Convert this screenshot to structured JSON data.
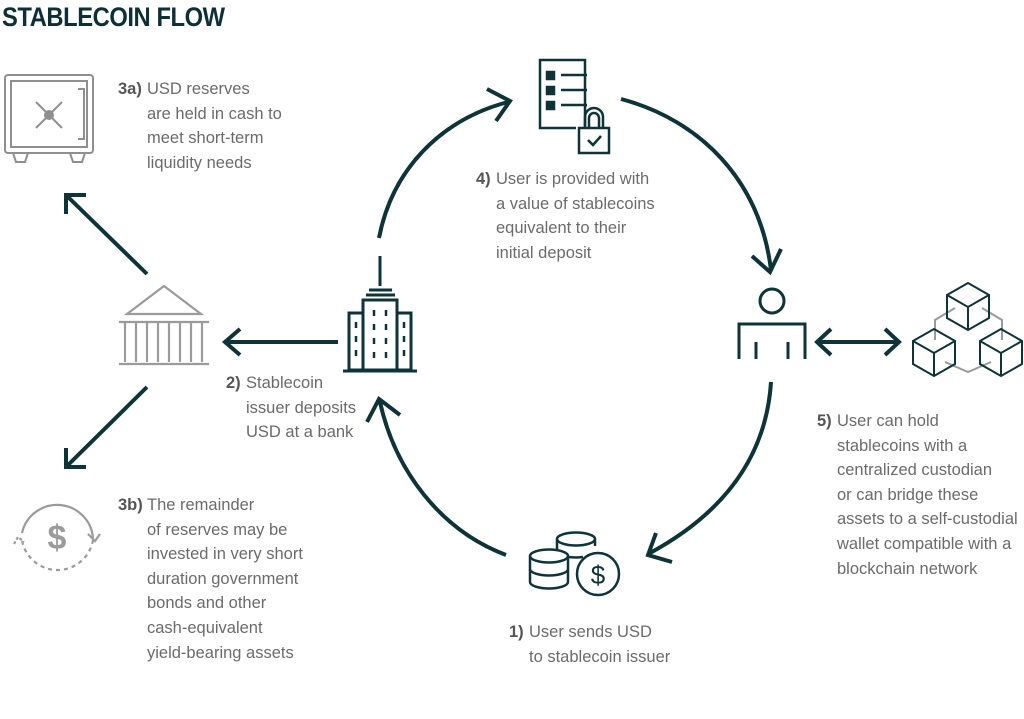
{
  "title": "STABLECOIN FLOW",
  "colors": {
    "primary": "#0e3338",
    "secondary": "#9b9b9b",
    "text": "#6b6b6b",
    "number": "#555555"
  },
  "steps": {
    "step1": {
      "number": "1)",
      "lines": [
        "User sends USD",
        "to stablecoin issuer"
      ],
      "icon": "coins-dollar-icon"
    },
    "step2": {
      "number": "2)",
      "lines": [
        "Stablecoin",
        "issuer deposits",
        "USD at a bank"
      ],
      "icon": "office-building-icon"
    },
    "step3a": {
      "number": "3a)",
      "lines": [
        "USD reserves",
        "are held in cash to",
        "meet short-term",
        "liquidity needs"
      ],
      "icon": "safe-vault-icon"
    },
    "step3b": {
      "number": "3b)",
      "lines": [
        "The remainder",
        "of reserves may be",
        "invested in very short",
        "duration government",
        "bonds and other",
        "cash-equivalent",
        "yield-bearing assets"
      ],
      "icon": "dollar-cycle-icon"
    },
    "step4": {
      "number": "4)",
      "lines": [
        "User is provided with",
        "a value of stablecoins",
        "equivalent to their",
        "initial deposit"
      ],
      "icon": "locked-document-icon"
    },
    "step5": {
      "number": "5)",
      "lines": [
        "User can hold",
        "stablecoins with a",
        "centralized custodian",
        "or can bridge these",
        "assets to a self-custodial",
        "wallet compatible with a",
        "blockchain network"
      ],
      "icon": "blockchain-cubes-icon"
    }
  },
  "nodes": {
    "bank": {
      "icon": "bank-icon"
    },
    "user": {
      "icon": "user-icon"
    }
  }
}
